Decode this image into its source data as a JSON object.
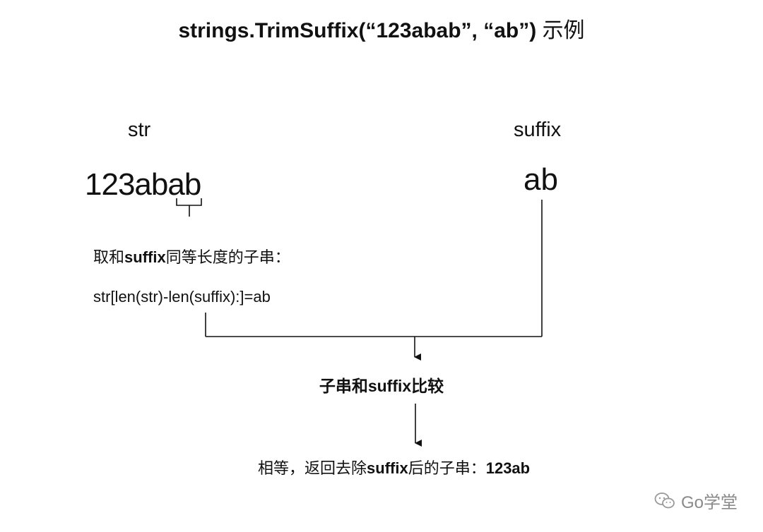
{
  "title": {
    "code": "strings.TrimSuffix(“123abab”, “ab”)",
    "suffix_text": "示例"
  },
  "inputs": {
    "str_label": "str",
    "str_value": "123abab",
    "suffix_label": "suffix",
    "suffix_value": "ab"
  },
  "notes": {
    "substring_desc_prefix": "取和",
    "substring_desc_bold": "suffix",
    "substring_desc_suffix": "同等长度的子串：",
    "substring_expr": "str[len(str)-len(suffix):]=ab"
  },
  "steps": {
    "compare": "子串和suffix比较",
    "result_prefix": "相等，返回去除",
    "result_bold": "suffix",
    "result_mid": "后的子串：",
    "result_value": "123ab"
  },
  "watermark": {
    "text": "Go学堂",
    "icon": "wechat-icon"
  }
}
